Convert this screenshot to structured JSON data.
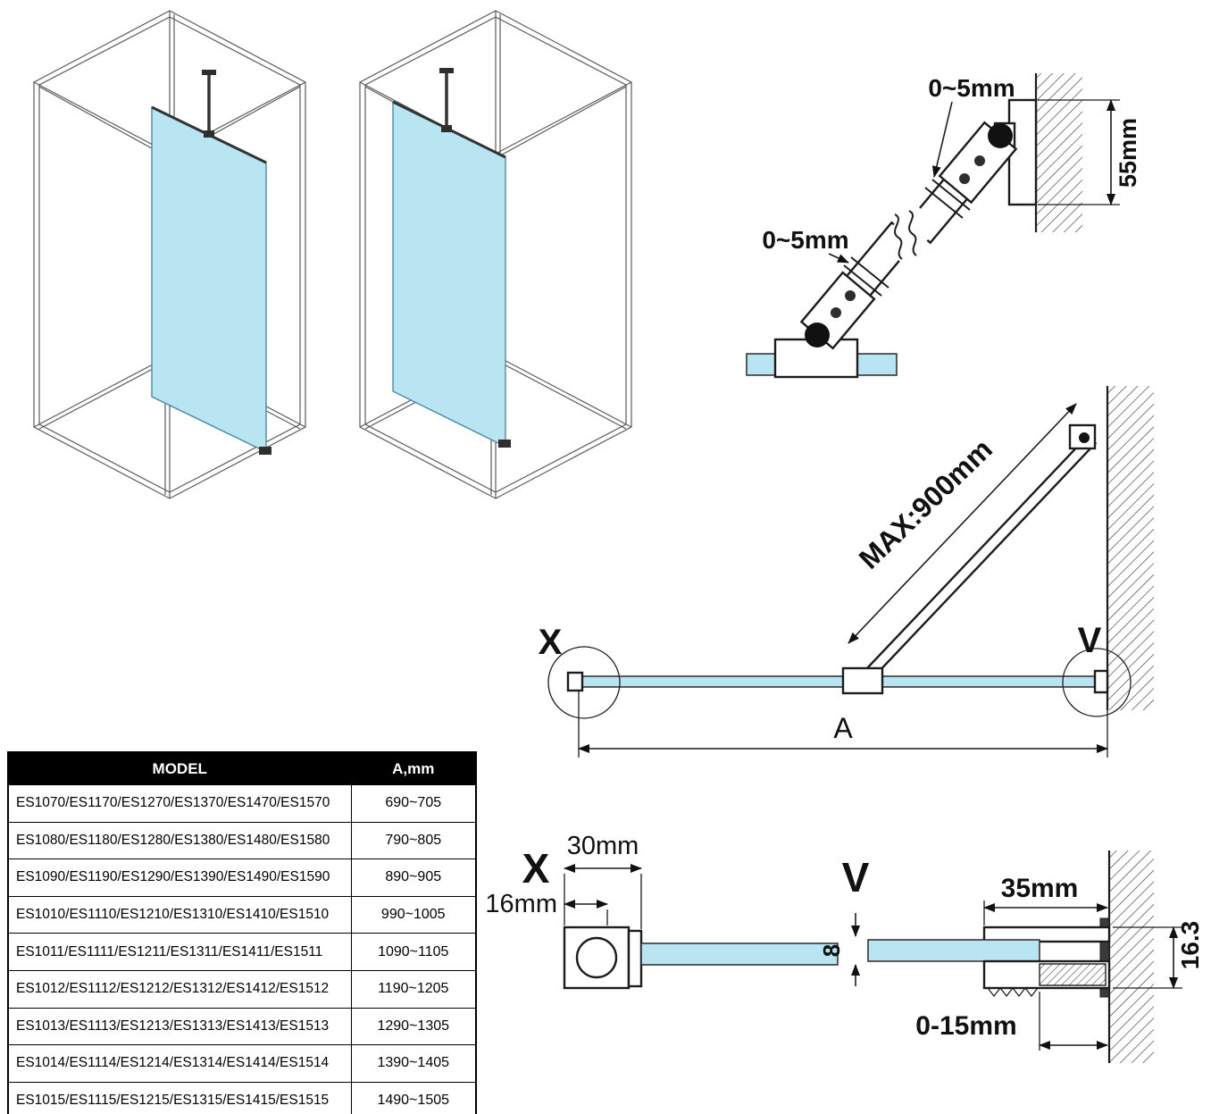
{
  "colors": {
    "glass": "#b9e4f2",
    "line": "#1a1a1a"
  },
  "bracket_detail": {
    "gap_top_label": "0~5mm",
    "gap_bottom_label": "0~5mm",
    "plate_height_label": "55mm"
  },
  "plan_view": {
    "brace_max_label": "MAX:900mm",
    "detail_left_label": "X",
    "detail_right_label": "V",
    "width_label": "A"
  },
  "detail_x": {
    "label": "X",
    "width_label": "30mm",
    "offset_label": "16mm"
  },
  "detail_v": {
    "label": "V",
    "width_label": "35mm",
    "height_label": "16.3",
    "glass_thickness_label": "8",
    "adjust_label": "0-15mm"
  },
  "table": {
    "headers": [
      "MODEL",
      "A,mm"
    ],
    "rows": [
      {
        "model": "ES1070/ES1170/ES1270/ES1370/ES1470/ES1570",
        "a_mm": "690~705"
      },
      {
        "model": "ES1080/ES1180/ES1280/ES1380/ES1480/ES1580",
        "a_mm": "790~805"
      },
      {
        "model": "ES1090/ES1190/ES1290/ES1390/ES1490/ES1590",
        "a_mm": "890~905"
      },
      {
        "model": "ES1010/ES1110/ES1210/ES1310/ES1410/ES1510",
        "a_mm": "990~1005"
      },
      {
        "model": "ES1011/ES1111/ES1211/ES1311/ES1411/ES1511",
        "a_mm": "1090~1105"
      },
      {
        "model": "ES1012/ES1112/ES1212/ES1312/ES1412/ES1512",
        "a_mm": "1190~1205"
      },
      {
        "model": "ES1013/ES1113/ES1213/ES1313/ES1413/ES1513",
        "a_mm": "1290~1305"
      },
      {
        "model": "ES1014/ES1114/ES1214/ES1314/ES1414/ES1514",
        "a_mm": "1390~1405"
      },
      {
        "model": "ES1015/ES1115/ES1215/ES1315/ES1415/ES1515",
        "a_mm": "1490~1505"
      }
    ]
  }
}
